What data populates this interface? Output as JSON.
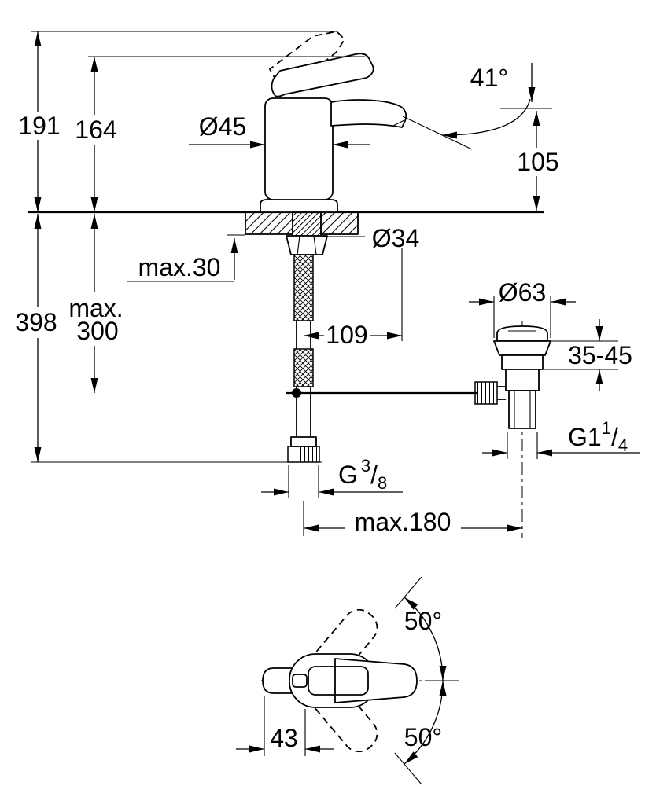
{
  "main_view": {
    "dims": {
      "height_overall": "191",
      "height_body": "164",
      "body_diameter": "Ø45",
      "handle_angle": "41°",
      "spout_height": "105",
      "shank_diameter": "Ø34",
      "deck_thickness": "max.30",
      "depth_overall": "398",
      "max_depth_line1": "max.",
      "max_depth_line2": "300",
      "spout_reach": "109",
      "waste_diameter": "Ø63",
      "clamp_range": "35-45",
      "waste_thread": {
        "base": "G1",
        "sup": "1",
        "slash": "/",
        "sub": "4"
      },
      "supply_thread": {
        "base": "G",
        "sup": "3",
        "slash": "/",
        "sub": "8"
      },
      "max_reach": "max.180"
    }
  },
  "top_view": {
    "dims": {
      "swivel_upper": "50°",
      "swivel_lower": "50°",
      "lever_offset": "43"
    }
  },
  "colors": {
    "line": "#000000",
    "background": "#ffffff"
  }
}
